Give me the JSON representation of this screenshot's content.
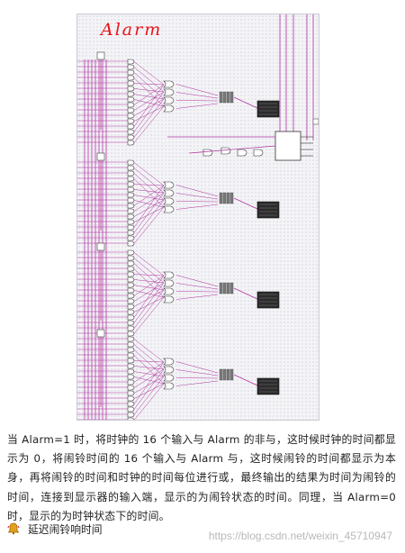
{
  "figure": {
    "handwritten_label": "Alarm",
    "accent_colors": {
      "wire": "#b0329e",
      "handwriting": "#e8141b",
      "display": "#2b2b2b",
      "gate_fill": "#ffffff"
    }
  },
  "paragraph": "当 Alarm=1 时，将时钟的 16 个输入与 Alarm 的非与，这时候时钟的时间都显示为 0，将闹铃时间的 16 个输入与 Alarm 与，这时候闹铃的时间都显示为本身，再将闹铃的时间和时钟的时间每位进行或，最终输出的结果为时间为闹铃的时间，连接到显示器的输入端，显示的为闹铃状态的时间。同理，当 Alarm=0 时，显示的为时钟状态下的时间。",
  "section_item": {
    "icon": "bell-icon",
    "label": "延迟闹铃响时间"
  },
  "watermark": "https://blog.csdn.net/weixin_45710947"
}
